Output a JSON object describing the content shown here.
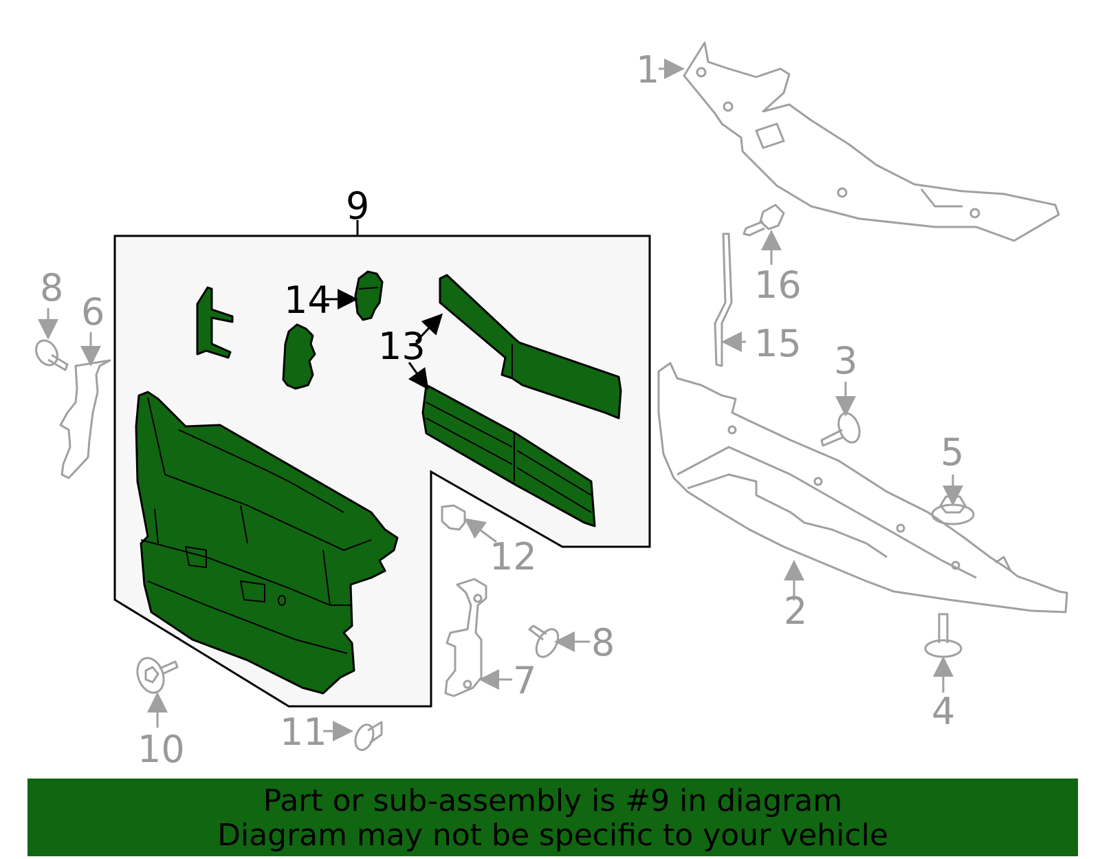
{
  "colors": {
    "highlight": "#116611",
    "part_outline_gray": "#a0a0a0",
    "callout_gray": "#999999",
    "box_fill": "#f7f7f7"
  },
  "callouts": {
    "c1": "1",
    "c2": "2",
    "c3": "3",
    "c4": "4",
    "c5": "5",
    "c6": "6",
    "c7": "7",
    "c8a": "8",
    "c8b": "8",
    "c9": "9",
    "c10": "10",
    "c11": "11",
    "c12": "12",
    "c13": "13",
    "c14": "14",
    "c15": "15",
    "c16": "16"
  },
  "banner": {
    "line1": "Part or sub-assembly is #9 in diagram",
    "line2": "Diagram may not be specific to your vehicle"
  }
}
